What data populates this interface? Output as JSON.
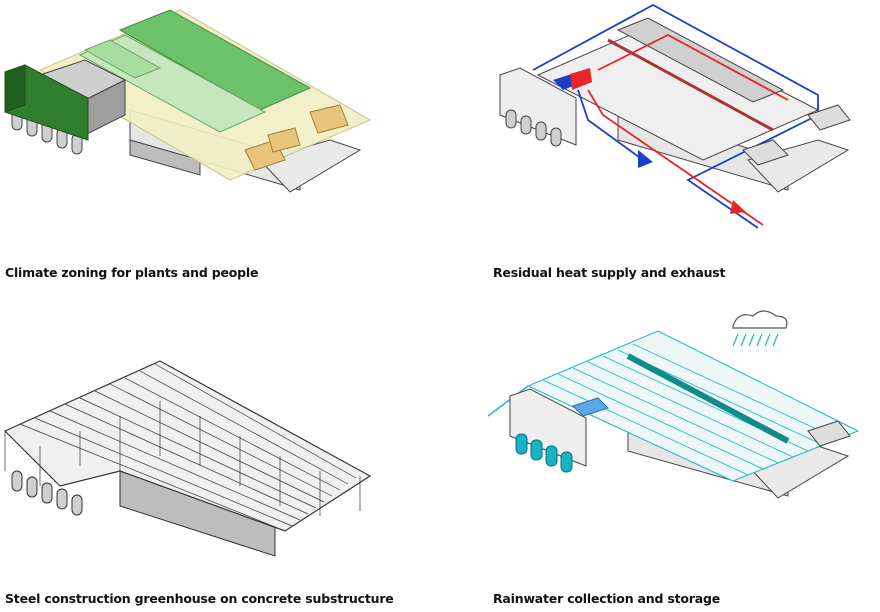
{
  "panels": [
    {
      "caption": "Climate zoning for plants and people"
    },
    {
      "caption": "Residual heat supply and exhaust"
    },
    {
      "caption": "Steel construction greenhouse on concrete substructure"
    },
    {
      "caption": "Rainwater collection and storage"
    }
  ],
  "colors": {
    "plant_zone": "#6cc26a",
    "people_zone": "#e8c57a",
    "zone_envelope": "#f2efc4",
    "supply": "#e8262a",
    "exhaust": "#1b3fc8",
    "rainwater": "#19b3c8",
    "concrete": "#d8d8d8",
    "steel": "#333333"
  },
  "icons": [
    "cloud-icon",
    "rain-icon"
  ]
}
